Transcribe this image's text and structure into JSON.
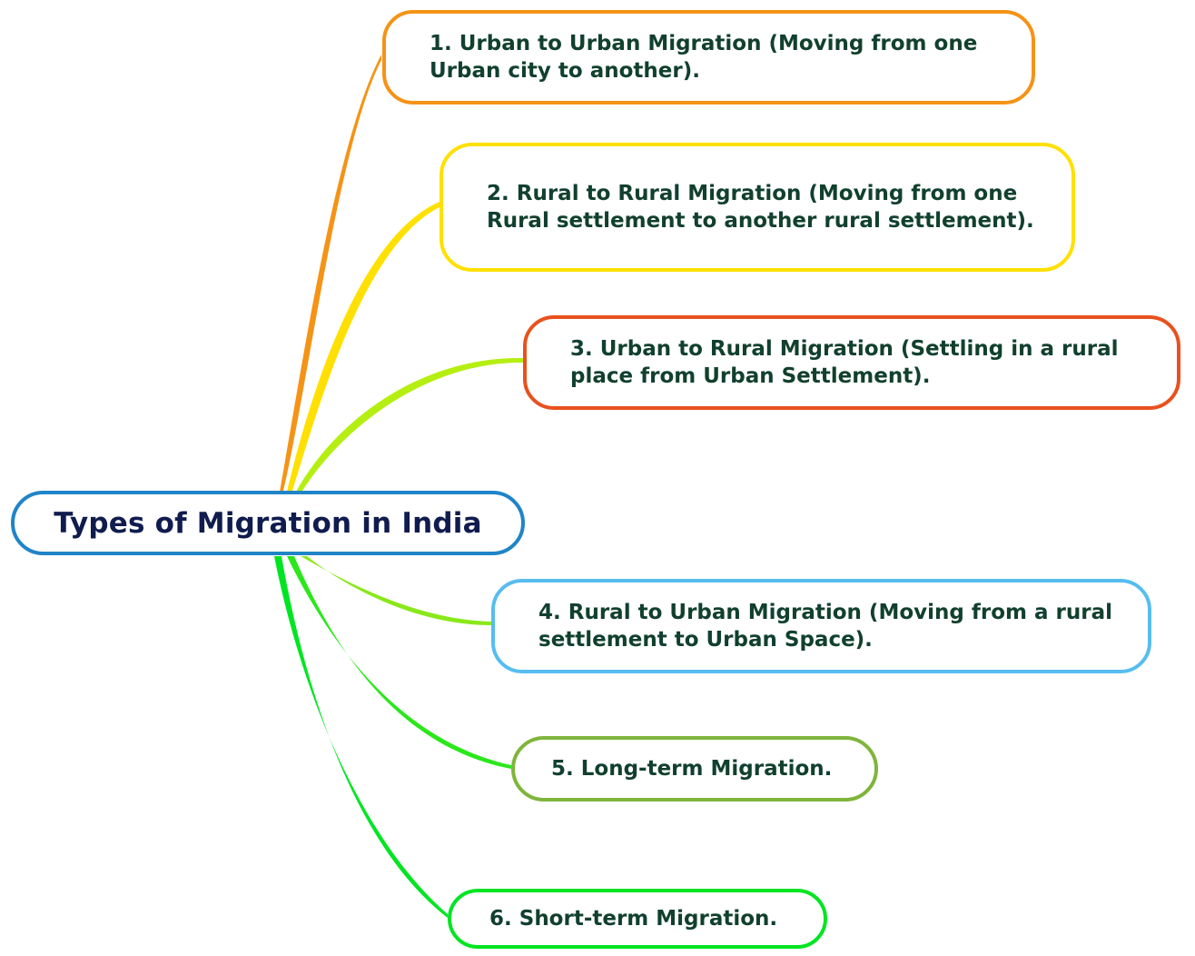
{
  "diagram": {
    "type": "mind-map",
    "background": "#ffffff",
    "root": {
      "label": "Types of Migration in India",
      "border_color": "#1f84c8",
      "text_color": "#101c4e"
    },
    "branches": [
      {
        "id": 1,
        "label": "1. Urban to Urban Migration (Moving from one Urban city to another).",
        "border_color": "#f59316",
        "line_color": "#f59316",
        "text_color": "#11402e"
      },
      {
        "id": 2,
        "label": "2. Rural to Rural Migration (Moving from one Rural settlement to another rural settlement).",
        "border_color": "#ffe000",
        "line_color": "#ffe000",
        "text_color": "#11402e"
      },
      {
        "id": 3,
        "label": "3. Urban to Rural Migration (Settling in a rural place from Urban Settlement).",
        "border_color": "#e8511d",
        "line_color": "#b5ef12",
        "text_color": "#11402e"
      },
      {
        "id": 4,
        "label": "4. Rural to Urban Migration (Moving from a rural settlement to Urban Space).",
        "border_color": "#57bdf0",
        "line_color": "#8ae81a",
        "text_color": "#11402e"
      },
      {
        "id": 5,
        "label": "5. Long-term Migration.",
        "border_color": "#7fb53c",
        "line_color": "#2ae81a",
        "text_color": "#11402e"
      },
      {
        "id": 6,
        "label": "6. Short-term Migration.",
        "border_color": "#00e522",
        "line_color": "#00e522",
        "text_color": "#11402e"
      }
    ]
  }
}
